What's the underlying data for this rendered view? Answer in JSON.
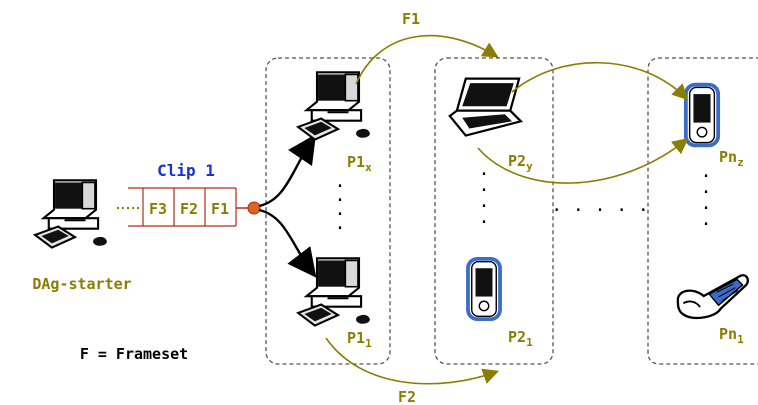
{
  "colors": {
    "olive": "#8a7e00",
    "blue": "#1a2fd6",
    "red": "#b52a1a",
    "black": "#000000",
    "dash": "#555555",
    "device_blue": "#3a6cc8"
  },
  "labels": {
    "clip": "Clip 1",
    "starter": "DAg-starter",
    "legend": "F = Frameset",
    "frames": [
      "F3",
      "F2",
      "F1"
    ],
    "arrow_top": "F1",
    "arrow_bottom": "F2",
    "ellipsis": "· · · · ·"
  },
  "nodes": {
    "p1x": {
      "base": "P1",
      "sub": "x"
    },
    "p11": {
      "base": "P1",
      "sub": "1"
    },
    "p2y": {
      "base": "P2",
      "sub": "y"
    },
    "p21": {
      "base": "P2",
      "sub": "1"
    },
    "pnz": {
      "base": "Pn",
      "sub": "z"
    },
    "pn1": {
      "base": "Pn",
      "sub": "1"
    }
  },
  "icons": {
    "starter": "desktop-computer-icon",
    "p1x": "desktop-computer-icon",
    "p11": "desktop-computer-icon",
    "p2y": "laptop-icon",
    "p21": "pda-icon",
    "pnz": "pda-icon",
    "pn1": "mobile-phone-icon"
  }
}
